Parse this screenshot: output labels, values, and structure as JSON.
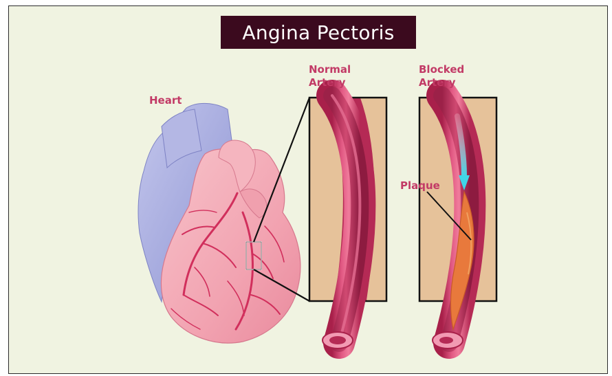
{
  "title": "Angina Pectoris",
  "labels": {
    "heart": "Heart",
    "normal_line1": "Normal",
    "normal_line2": "Artery",
    "blocked_line1": "Blocked",
    "blocked_line2": "Artery",
    "plaque": "Plaque"
  },
  "colors": {
    "background": "#f0f3e1",
    "title_bg": "#3b0a1e",
    "label": "#c23a66",
    "artery": "#d4436f",
    "plaque": "#e8793c",
    "tissue": "#e6c29a",
    "heart_blue": "#a8addf",
    "heart_pink": "#f2a7b3"
  }
}
